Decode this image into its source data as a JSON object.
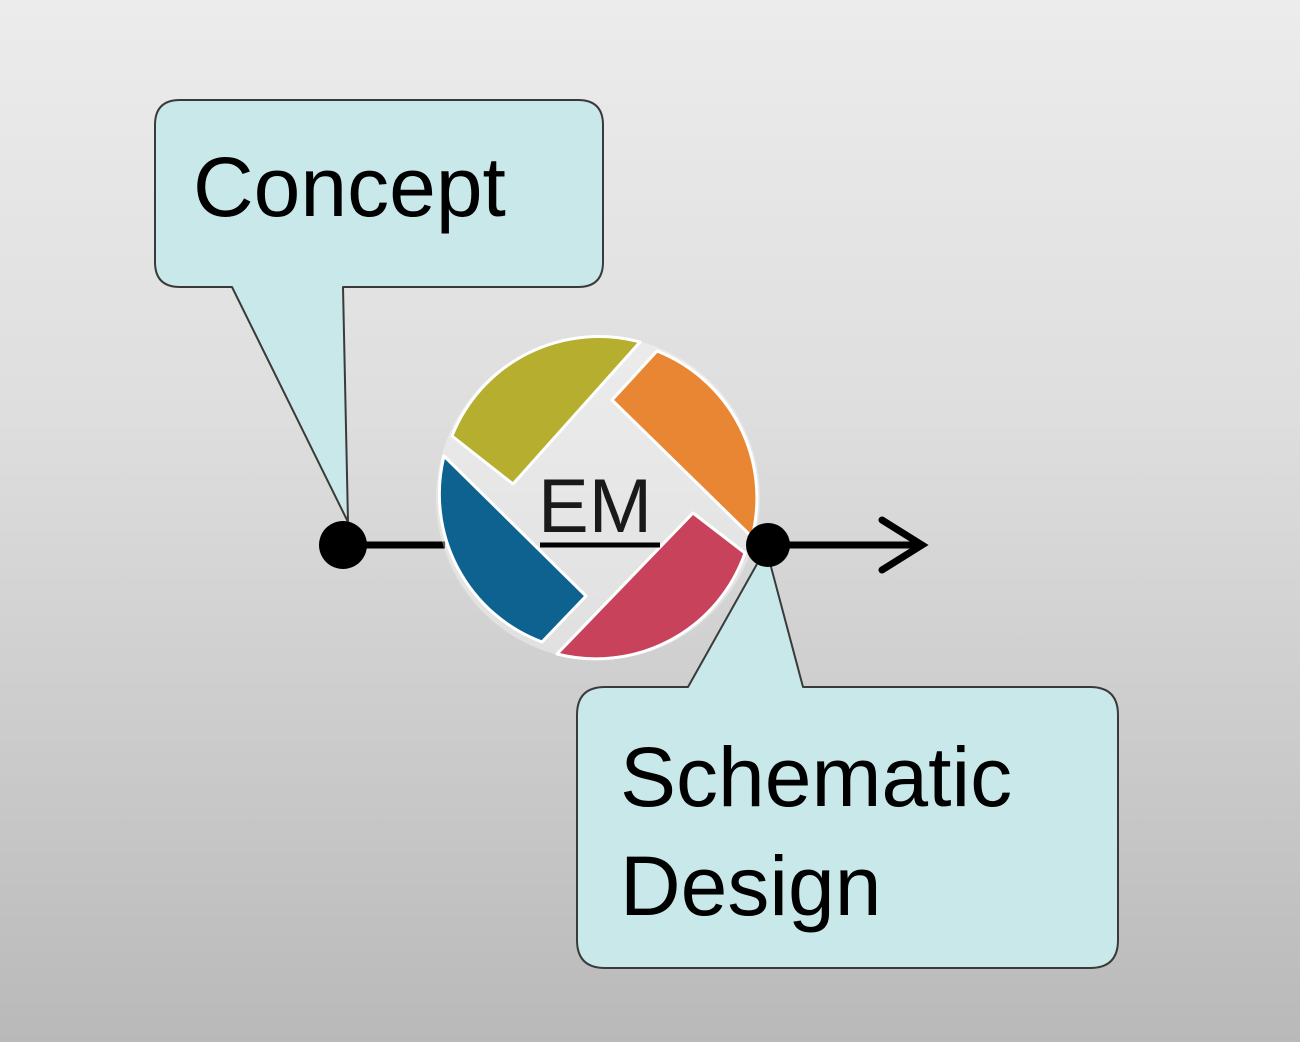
{
  "callouts": {
    "concept": {
      "label": "Concept"
    },
    "schematic": {
      "line1": "Schematic",
      "line2": "Design"
    }
  },
  "logo": {
    "text": "EM",
    "segment_colors": {
      "top_left": "#b5ae2e",
      "top_right": "#e98633",
      "bottom_left": "#0e6290",
      "bottom_right": "#c7425a"
    }
  },
  "colors": {
    "callout_fill": "#c9e8ea",
    "callout_stroke": "#3a3a3a",
    "line": "#000000"
  }
}
